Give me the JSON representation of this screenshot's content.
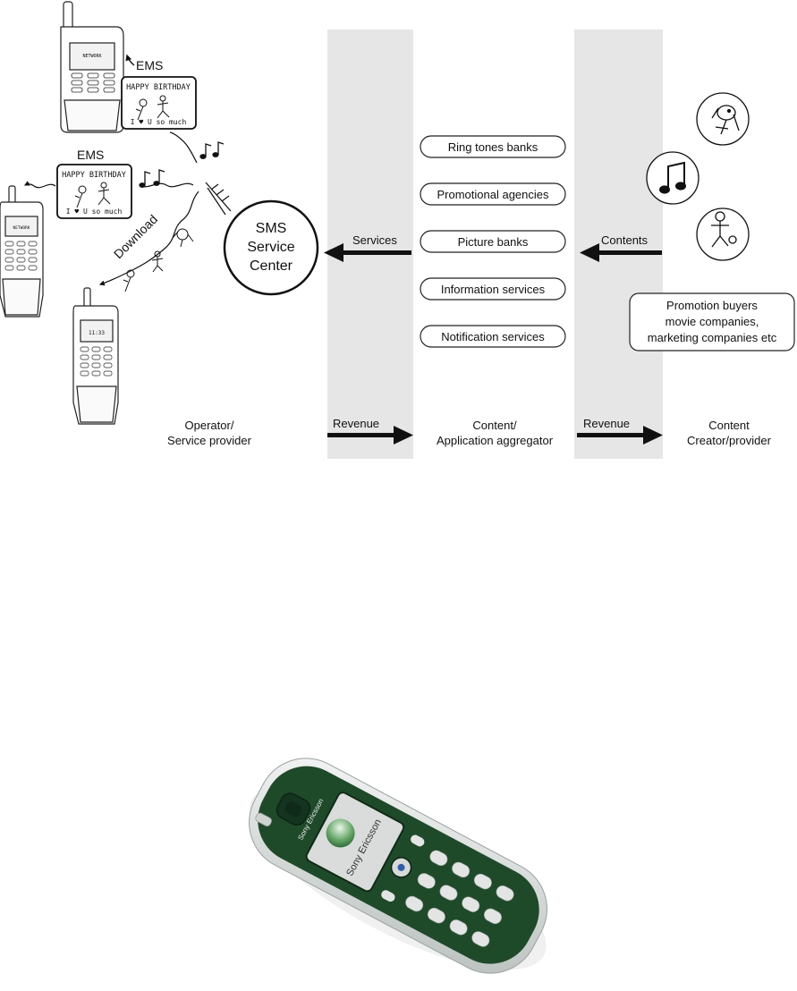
{
  "ems_labels": {
    "top": "EMS",
    "left": "EMS"
  },
  "ems_message": {
    "line1": "HAPPY BIRTHDAY",
    "line2": "I ♥ U so much"
  },
  "download_label": "Download",
  "phone_screen_network": "NETWORK",
  "phone_screen_time": "11:33",
  "sms_center": {
    "line1": "SMS",
    "line2": "Service",
    "line3": "Center"
  },
  "flows": {
    "services": "Services",
    "contents": "Contents",
    "revenue_left": "Revenue",
    "revenue_right": "Revenue"
  },
  "aggregator_items": [
    "Ring tones banks",
    "Promotional agencies",
    "Picture banks",
    "Information services",
    "Notification services"
  ],
  "promotion_buyers": {
    "line1": "Promotion buyers",
    "line2": "movie companies,",
    "line3": "marketing companies etc"
  },
  "columns": {
    "operator": {
      "line1": "Operator/",
      "line2": "Service provider"
    },
    "aggregator": {
      "line1": "Content/",
      "line2": "Application aggregator"
    },
    "creator": {
      "line1": "Content",
      "line2": "Creator/provider"
    }
  },
  "photo_brand": "Sony Ericsson",
  "colors": {
    "band": "#e6e6e6",
    "phone_body": "#1f4a2a",
    "phone_trim": "#e8ecea"
  }
}
